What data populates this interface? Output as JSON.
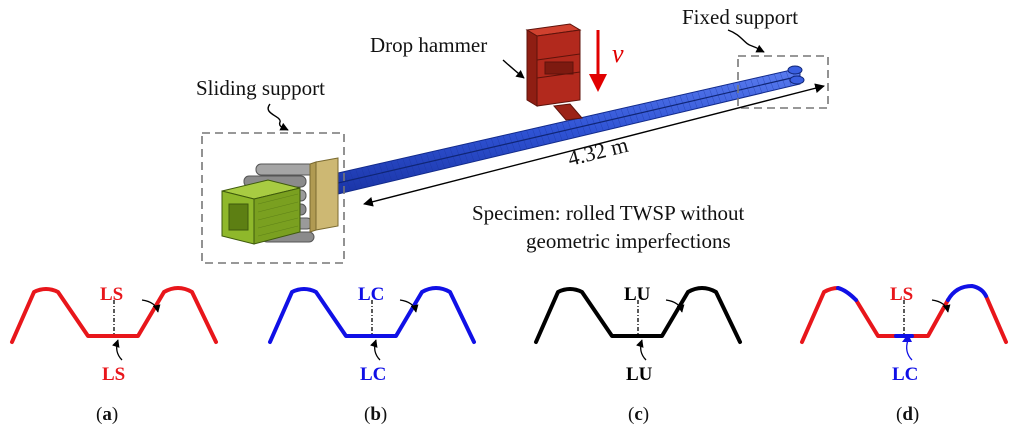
{
  "labels": {
    "drop_hammer": "Drop hammer",
    "velocity": "v",
    "fixed_support": "Fixed support",
    "sliding_support": "Sliding support",
    "length": "4.32 m",
    "specimen_line1": "Specimen: rolled TWSP without",
    "specimen_line2": "geometric imperfections"
  },
  "colors": {
    "red": "#e8161b",
    "blue": "#1010e6",
    "black": "#000000",
    "hammer": "#b2291d",
    "beam": "#2f53d4",
    "support_box": "#8fb82b",
    "plate": "#cdb873",
    "rollers": "#8b8b8b"
  },
  "profiles": [
    {
      "id": "a",
      "top_label": "LS",
      "bottom_label": "LS",
      "top_color": "#e8161b",
      "bottom_color": "#e8161b",
      "caption_letter": "a"
    },
    {
      "id": "b",
      "top_label": "LC",
      "bottom_label": "LC",
      "top_color": "#1010e6",
      "bottom_color": "#1010e6",
      "caption_letter": "b"
    },
    {
      "id": "c",
      "top_label": "LU",
      "bottom_label": "LU",
      "top_color": "#000000",
      "bottom_color": "#000000",
      "caption_letter": "c"
    },
    {
      "id": "d",
      "top_label": "LS",
      "bottom_label": "LC",
      "top_color": "#e8161b",
      "bottom_color": "#1010e6",
      "caption_letter": "d"
    }
  ]
}
